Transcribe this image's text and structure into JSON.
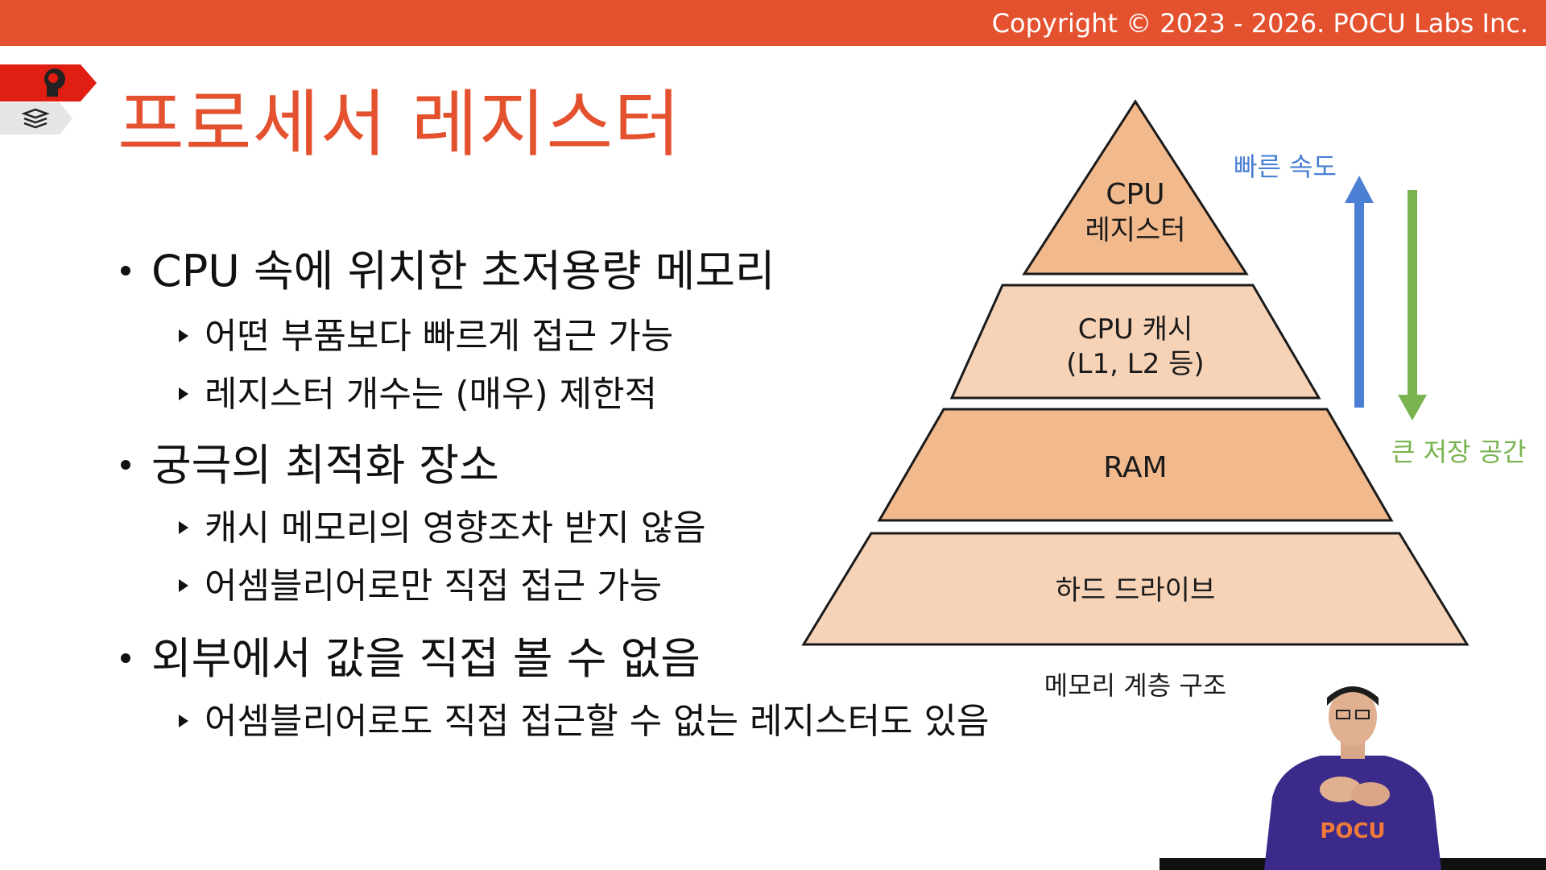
{
  "header": {
    "copyright": "Copyright © 2023 - 2026. POCU Labs Inc."
  },
  "title": "프로세서 레지스터",
  "bullets": [
    {
      "text": "CPU 속에 위치한 초저용량 메모리",
      "sub": [
        "어떤 부품보다 빠르게 접근 가능",
        "레지스터 개수는 (매우) 제한적"
      ]
    },
    {
      "text": "궁극의 최적화 장소",
      "sub": [
        "캐시 메모리의 영향조차 받지 않음",
        "어셈블리어로만 직접 접근 가능"
      ]
    },
    {
      "text": "외부에서 값을 직접 볼 수 없음",
      "sub": [
        "어셈블리어로도 직접 접근할 수 없는 레지스터도 있음"
      ]
    }
  ],
  "pyramid": {
    "levels": [
      {
        "lines": [
          "CPU",
          "레지스터"
        ],
        "color": "#f1b98c"
      },
      {
        "lines": [
          "CPU 캐시",
          "(L1, L2 등)"
        ],
        "color": "#f6d2b6"
      },
      {
        "lines": [
          "RAM"
        ],
        "color": "#f1b98c"
      },
      {
        "lines": [
          "하드 드라이브"
        ],
        "color": "#f6d2b6"
      }
    ],
    "caption": "메모리 계층 구조",
    "up_label": "빠른 속도",
    "down_label": "큰 저장 공간",
    "up_color": "#4a7fd4",
    "down_color": "#79b34f"
  },
  "colors": {
    "accent": "#e4512f"
  },
  "presenter": {
    "shirt_text": "POCU"
  }
}
